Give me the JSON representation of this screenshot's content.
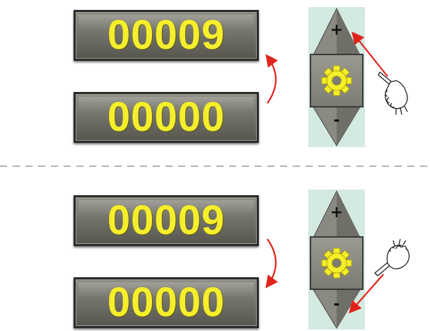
{
  "top": {
    "counter_before": "00009",
    "counter_after": "00000",
    "plus_label": "+",
    "minus_label": "-"
  },
  "bottom": {
    "counter_before": "00009",
    "counter_after": "00000",
    "plus_label": "+",
    "minus_label": "-"
  },
  "icons": {
    "settings_key": "gear-icon",
    "pointer": "pointing-hand-icon",
    "transition": "curved-arrow-icon"
  },
  "colors": {
    "digit": "#f5ee2c",
    "arrow": "#e0241c",
    "panel": "#d4e9e0",
    "gear": "#f5ee2c",
    "divider": "#9a9a9a"
  }
}
